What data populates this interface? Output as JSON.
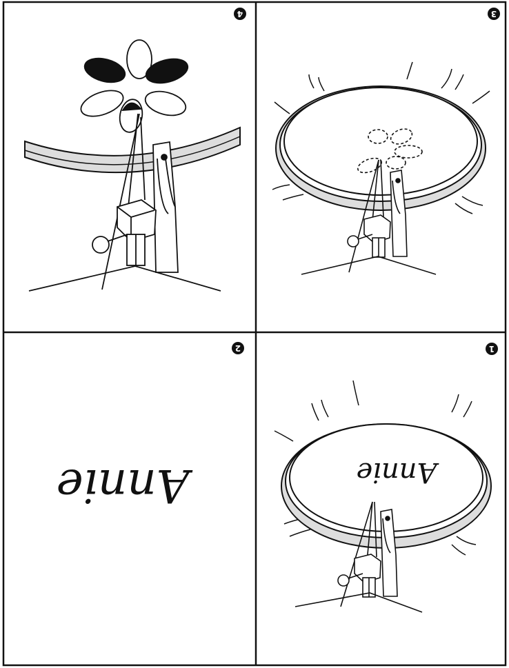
{
  "panels": [
    {
      "number": "4",
      "orientation": "upside-down"
    },
    {
      "number": "3",
      "orientation": "upside-down"
    },
    {
      "number": "2",
      "orientation": "upside-down",
      "embroidery_text": "Annie"
    },
    {
      "number": "1",
      "orientation": "upside-down",
      "embroidery_text": "Annie"
    }
  ],
  "colors": {
    "outline": "#111111",
    "hoop_band": "#dddddd",
    "filled_petal": "#111111"
  },
  "icons": [
    "needle-icon",
    "presser-foot-icon",
    "embroidery-hoop-icon",
    "flower-petal-icon"
  ]
}
